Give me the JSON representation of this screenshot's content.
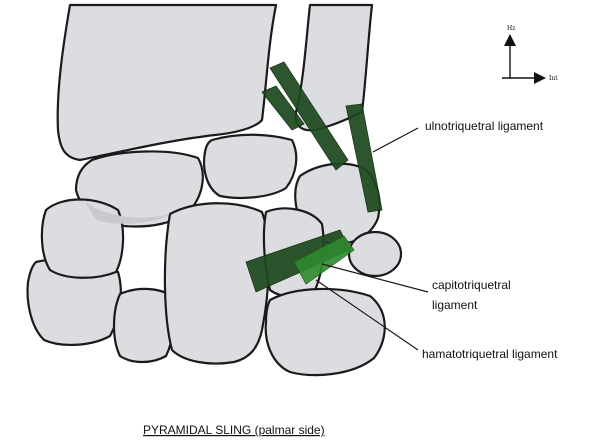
{
  "labels": {
    "ulnotriquetral": "ulnotriquetral ligament",
    "capitotriquetral_line1": "capitotriquetral",
    "capitotriquetral_line2": "ligament",
    "hamatotriquetral": "hamatotriquetral ligament"
  },
  "axes": {
    "vertical": "Hz",
    "horizontal": "Int"
  },
  "caption": "PYRAMIDAL SLING (palmar side)",
  "colors": {
    "bone": "#dcdde1",
    "ligament_dark": "#1f4a1f",
    "ligament_light": "#2f8a2f"
  }
}
